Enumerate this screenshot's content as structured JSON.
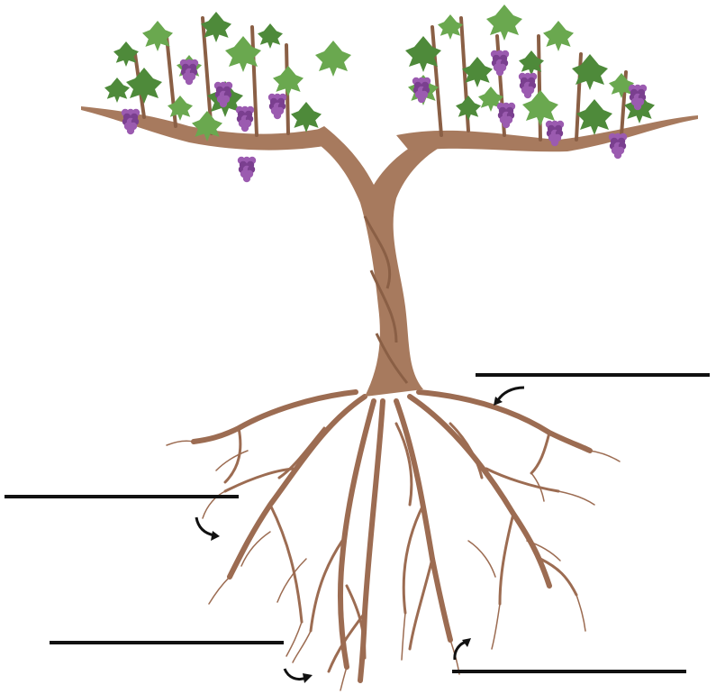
{
  "diagram": {
    "subject": "grapevine",
    "colors": {
      "trunk": "#a77a5e",
      "trunk_shadow": "#8a5f45",
      "root": "#9c6c52",
      "leaf": "#6aa84f",
      "leaf_dark": "#4e8a3a",
      "grape": "#7a3f8f",
      "grape_light": "#9b5bb0",
      "line": "#111111",
      "arrow": "#111111"
    },
    "label_slots": [
      {
        "id": "slot-1",
        "text": ""
      },
      {
        "id": "slot-2",
        "text": ""
      },
      {
        "id": "slot-3",
        "text": ""
      },
      {
        "id": "slot-4",
        "text": ""
      }
    ]
  }
}
